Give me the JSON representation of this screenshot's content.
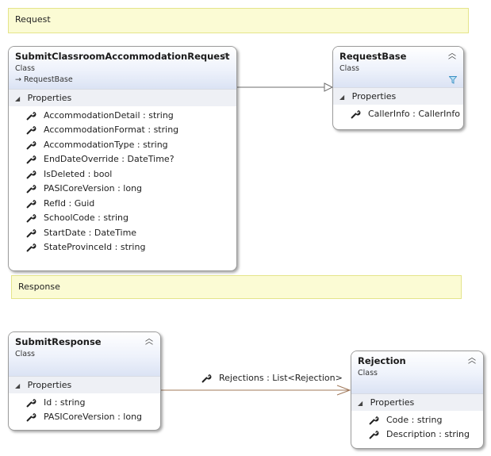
{
  "comments": {
    "request": "Request",
    "response": "Response"
  },
  "classes": {
    "submit_request": {
      "name": "SubmitClassroomAccommodationRequest",
      "kind": "Class",
      "base": "→ RequestBase",
      "section": "Properties",
      "properties": [
        "AccommodationDetail : string",
        "AccommodationFormat : string",
        "AccommodationType : string",
        "EndDateOverride : DateTime?",
        "IsDeleted : bool",
        "PASICoreVersion : long",
        "RefId : Guid",
        "SchoolCode : string",
        "StartDate : DateTime",
        "StateProvinceId : string"
      ]
    },
    "request_base": {
      "name": "RequestBase",
      "kind": "Class",
      "section": "Properties",
      "properties": [
        "CallerInfo : CallerInfo"
      ]
    },
    "submit_response": {
      "name": "SubmitResponse",
      "kind": "Class",
      "section": "Properties",
      "properties": [
        "Id : string",
        "PASICoreVersion : long"
      ]
    },
    "rejection": {
      "name": "Rejection",
      "kind": "Class",
      "section": "Properties",
      "properties": [
        "Code : string",
        "Description : string"
      ]
    }
  },
  "associations": {
    "rejections": "Rejections : List<Rejection>"
  },
  "colors": {
    "inheritance_line": "#6d6d6d",
    "association_line": "#a0785a",
    "comment_fill": "#fbfbd4",
    "header_gradient": "#dbe3f4"
  }
}
